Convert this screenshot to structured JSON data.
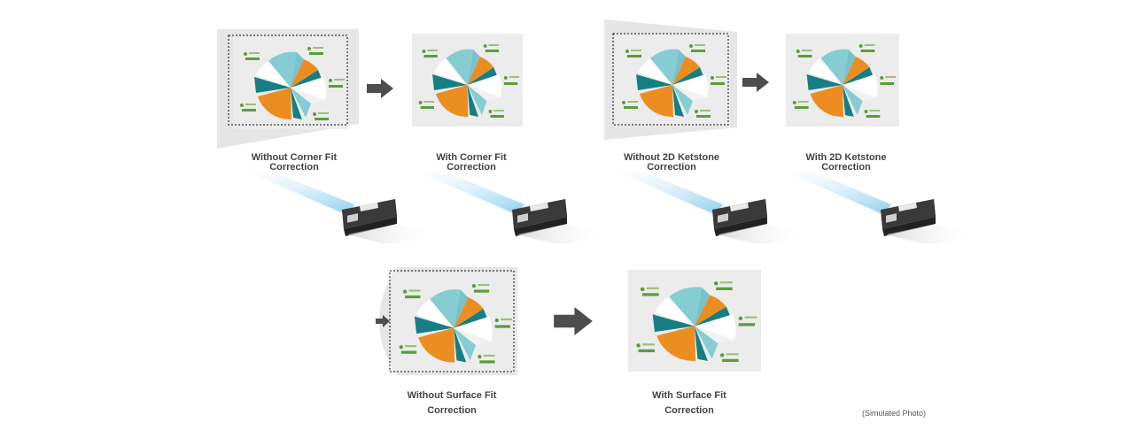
{
  "captions": {
    "corner_without": [
      "Without Corner Fit",
      "Correction"
    ],
    "corner_with": [
      "With Corner Fit",
      "Correction"
    ],
    "keystone_without": [
      "Without 2D Ketstone",
      "Correction"
    ],
    "keystone_with": [
      "With 2D Ketstone",
      "Correction"
    ],
    "surface_without": [
      "Without Surface Fit",
      "Correction"
    ],
    "surface_with": [
      "With Surface Fit",
      "Correction"
    ]
  },
  "note": "(Simulated Photo)",
  "colors": {
    "orange": "#ec8d22",
    "teal": "#157f84",
    "light_teal": "#86ccd3",
    "screen_bg": "#ededed",
    "arrow": "#4d4d4d",
    "caption": "#444444"
  },
  "icons": [
    "right-arrow-icon",
    "projector-icon",
    "pie-chart-image"
  ]
}
